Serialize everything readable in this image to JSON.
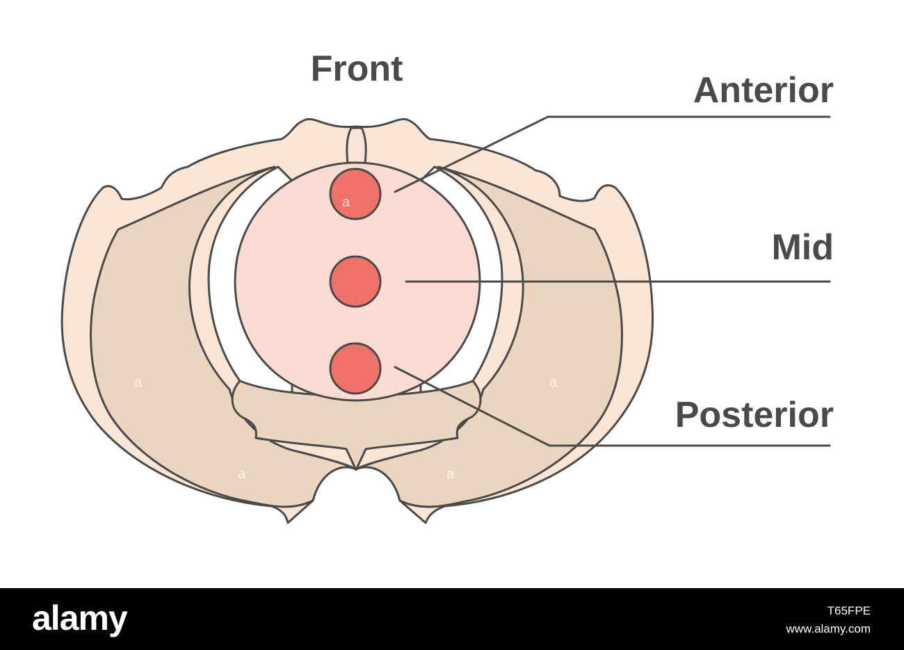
{
  "labels": {
    "front": "Front",
    "anterior": "Anterior",
    "mid": "Mid",
    "posterior": "Posterior"
  },
  "watermark": "a",
  "footer": {
    "logo": "alamy",
    "image_id": "T65FPE",
    "site": "www.alamy.com"
  },
  "colors": {
    "bone_light": "#fbe6d6",
    "bone_dark": "#ecd5be",
    "inlet_fill": "#fbdcd2",
    "station_dot": "#ef7268",
    "outline": "#4a4a4a",
    "footer_bg": "#000000"
  }
}
